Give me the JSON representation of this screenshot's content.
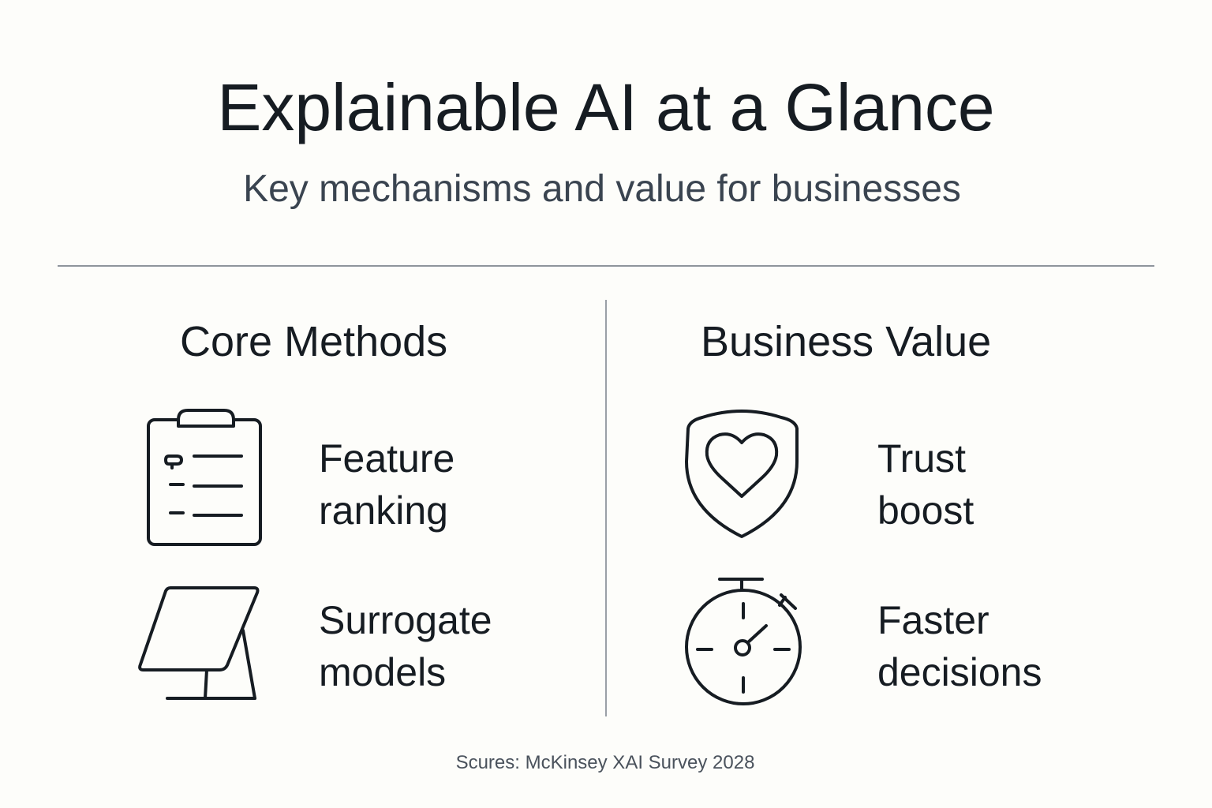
{
  "header": {
    "title": "Explainable AI at a Glance",
    "subtitle": "Key mechanisms and value for businesses"
  },
  "columns": [
    {
      "heading": "Core Methods",
      "items": [
        {
          "icon": "clipboard-list-icon",
          "line1": "Feature",
          "line2": "ranking"
        },
        {
          "icon": "tablet-stand-icon",
          "line1": "Surrogate",
          "line2": "models"
        }
      ]
    },
    {
      "heading": "Business Value",
      "items": [
        {
          "icon": "shield-heart-icon",
          "line1": "Trust",
          "line2": "boost"
        },
        {
          "icon": "stopwatch-icon",
          "line1": "Faster",
          "line2": "decisions"
        }
      ]
    }
  ],
  "footer": {
    "source": "Scures: McKinsey XAI Survey 2028"
  },
  "colors": {
    "background": "#fdfdfa",
    "text": "#161c22",
    "subtitle": "#3a4450",
    "divider": "#8f959c"
  }
}
